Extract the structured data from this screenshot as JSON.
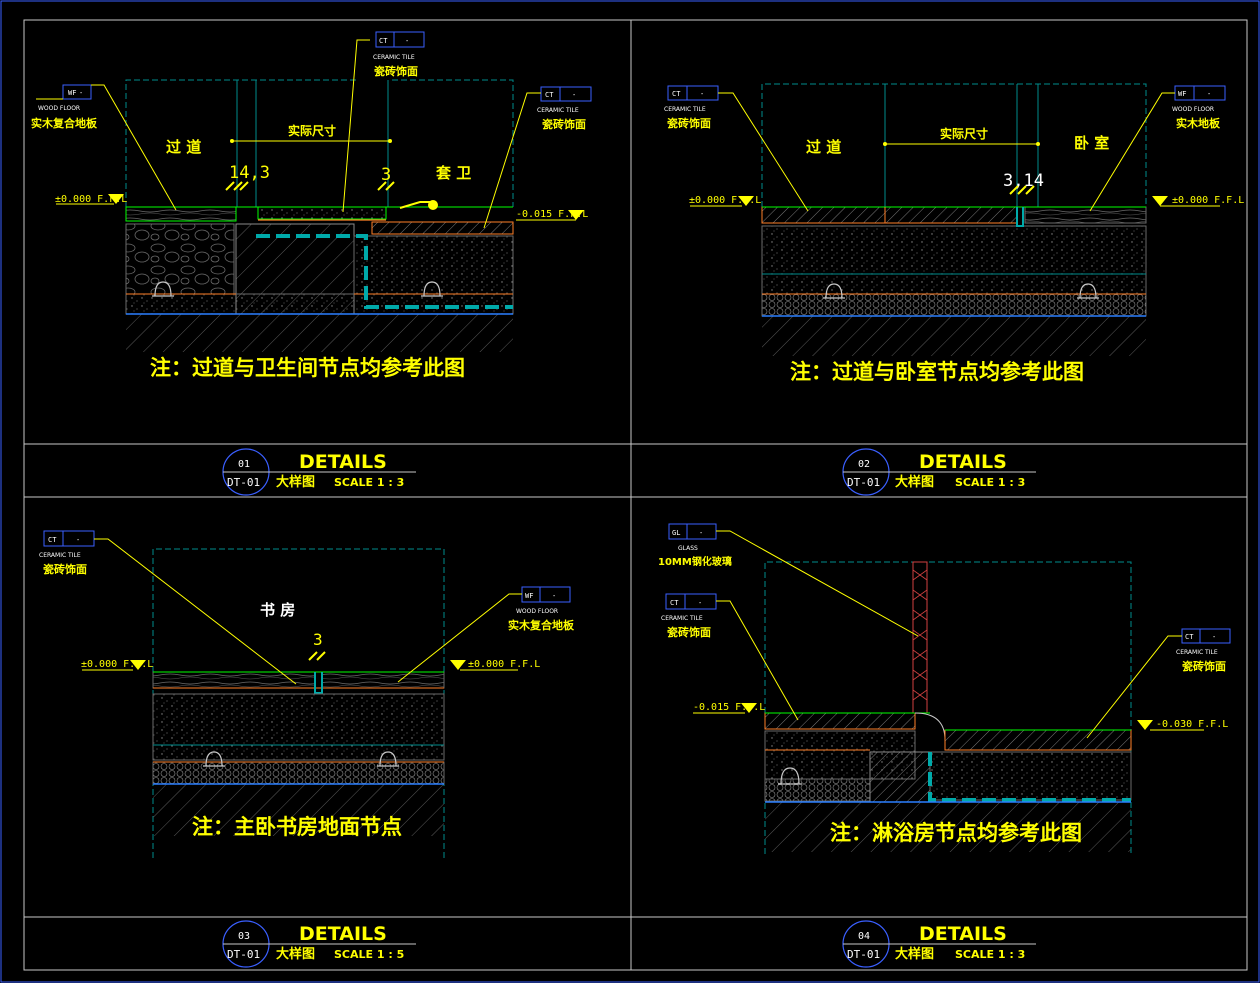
{
  "colors": {
    "background": "#000000",
    "frame": "#c8c8c8",
    "wall": "#008c8c",
    "label": "#ffff00",
    "tile_line": "#00ff00",
    "screed_line": "#ff7f27",
    "waterproof_line": "#2a7fff",
    "detail_title": "#ffff00",
    "tag_box": "#3a5fff",
    "hatch": "#5a5a5a"
  },
  "panels": [
    {
      "id": "d1",
      "note": "注：过道与卫生间节点均参考此图",
      "room_left": "过 道",
      "room_right": "套 卫",
      "dimension": "实际尺寸",
      "dim_a": "14,3",
      "dim_b": "3",
      "level_left": "±0.000 F.F.L",
      "level_right": "-0.015 F.F.L",
      "tags": [
        {
          "code": "WF",
          "dash": "-",
          "en": "WOOD FLOOR",
          "cn": "实木复合地板"
        },
        {
          "code": "CT",
          "dash": "-",
          "en": "CERAMIC TILE",
          "cn": "瓷砖饰面"
        },
        {
          "code": "CT",
          "dash": "-",
          "en": "CERAMIC TILE",
          "cn": "瓷砖饰面"
        }
      ],
      "title": {
        "num": "01",
        "sheet": "DT-01",
        "heading": "DETAILS",
        "cn": "大样图",
        "scale": "SCALE 1 : 3"
      }
    },
    {
      "id": "d2",
      "note": "注：过道与卧室节点均参考此图",
      "room_left": "过 道",
      "room_right": "卧 室",
      "dimension": "实际尺寸",
      "dim_a": "3,14",
      "level_left": "±0.000 F.F.L",
      "level_right": "±0.000 F.F.L",
      "tags": [
        {
          "code": "CT",
          "dash": "-",
          "en": "CERAMIC TILE",
          "cn": "瓷砖饰面"
        },
        {
          "code": "WF",
          "dash": "-",
          "en": "WOOD FLOOR",
          "cn": "实木地板"
        }
      ],
      "title": {
        "num": "02",
        "sheet": "DT-01",
        "heading": "DETAILS",
        "cn": "大样图",
        "scale": "SCALE 1 : 3"
      }
    },
    {
      "id": "d3",
      "note": "注：主卧书房地面节点",
      "room_center": "书 房",
      "dim_a": "3",
      "level_left": "±0.000 F.F.L",
      "level_right": "±0.000 F.F.L",
      "tags": [
        {
          "code": "CT",
          "dash": "-",
          "en": "CERAMIC TILE",
          "cn": "瓷砖饰面"
        },
        {
          "code": "WF",
          "dash": "-",
          "en": "WOOD FLOOR",
          "cn": "实木复合地板"
        }
      ],
      "title": {
        "num": "03",
        "sheet": "DT-01",
        "heading": "DETAILS",
        "cn": "大样图",
        "scale": "SCALE 1 : 5"
      }
    },
    {
      "id": "d4",
      "note": "注：淋浴房节点均参考此图",
      "level_left": "-0.015 F.F.L",
      "level_right": "-0.030 F.F.L",
      "tags": [
        {
          "code": "GL",
          "dash": "-",
          "en": "GLASS",
          "cn": "10MM钢化玻璃"
        },
        {
          "code": "CT",
          "dash": "-",
          "en": "CERAMIC TILE",
          "cn": "瓷砖饰面"
        },
        {
          "code": "CT",
          "dash": "-",
          "en": "CERAMIC TILE",
          "cn": "瓷砖饰面"
        }
      ],
      "title": {
        "num": "04",
        "sheet": "DT-01",
        "heading": "DETAILS",
        "cn": "大样图",
        "scale": "SCALE 1 : 3"
      }
    }
  ]
}
